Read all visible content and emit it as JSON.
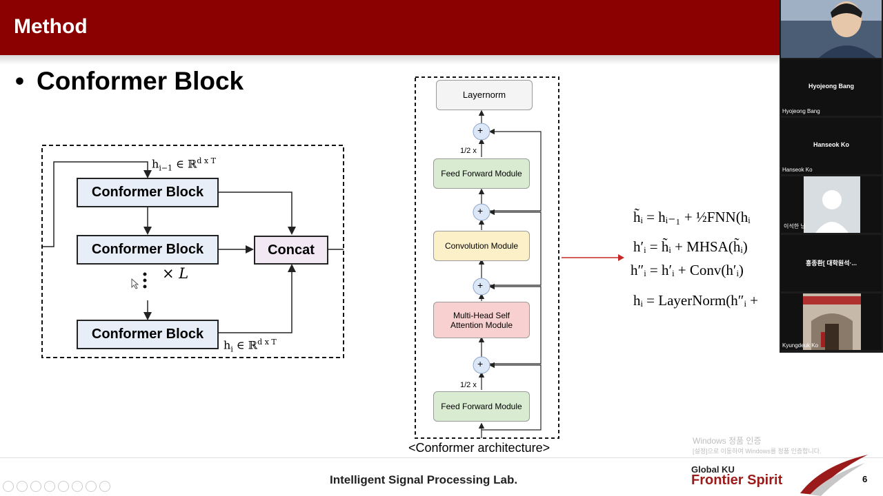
{
  "header": {
    "title": "Method"
  },
  "slide": {
    "heading": "Conformer Block"
  },
  "left_diagram": {
    "block1": "Conformer Block",
    "block2": "Conformer Block",
    "block3": "Conformer Block",
    "concat": "Concat",
    "repeat": "× L",
    "input_label": "h",
    "input_sub": "i−1",
    "input_set": " ∈ ℝ",
    "input_sup": "d x T",
    "output_label": "h",
    "output_sub": "i",
    "output_set": " ∈ ℝ",
    "output_sup": "d x T"
  },
  "right_diagram": {
    "layernorm": "Layernorm",
    "ffn_top": "Feed Forward Module",
    "conv": "Convolution Module",
    "mhsa": "Multi-Head Self Attention Module",
    "ffn_bottom": "Feed Forward Module",
    "half_top": "1/2 x",
    "half_bottom": "1/2 x",
    "plus": "+",
    "caption": "<Conformer architecture>"
  },
  "equations": {
    "eq1": "h̃ᵢ = hᵢ₋₁ + ½FNN(hᵢ",
    "eq2": "h′ᵢ = h̃ᵢ + MHSA(h̃ᵢ)",
    "eq3": "h″ᵢ = h′ᵢ + Conv(h′ᵢ)",
    "eq4": "hᵢ = LayerNorm(h″ᵢ +"
  },
  "participants": [
    {
      "name": "Hyojeong Bang",
      "label": "Hyojeong Bang"
    },
    {
      "name": "Hanseok Ko",
      "label": "Hanseok Ko"
    },
    {
      "name": "",
      "label": "이석한 님"
    },
    {
      "name": "홍종환[ 대학원석·...",
      "label": ""
    },
    {
      "name": "",
      "label": "Kyungdeuk Ko"
    }
  ],
  "footer": {
    "lab": "Intelligent Signal Processing Lab.",
    "brand_line1": "Global KU",
    "brand_line2": "Frontier Spirit",
    "page": "6"
  },
  "watermark": {
    "line1": "Windows 정품 인증",
    "line2": "[설정]으로 이동하여 Windows를 정품 인증합니다."
  },
  "colors": {
    "header": "#8b0000",
    "ffn": "#d9ecd2",
    "conv": "#fcf0c8",
    "mhsa": "#f8d0d0",
    "plus": "#dce8f8"
  }
}
